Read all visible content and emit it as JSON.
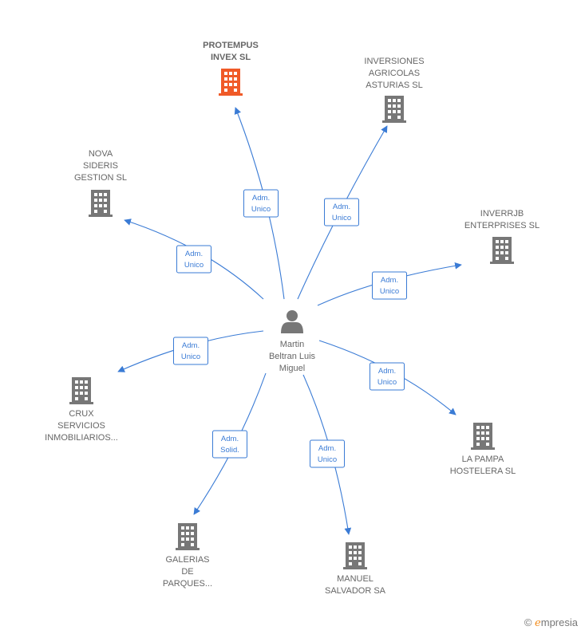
{
  "center": {
    "lines": [
      "Martin",
      "Beltran Luis",
      "Miguel"
    ],
    "icon": "person-icon"
  },
  "colors": {
    "edge": "#3a7bd5",
    "building": "#777777",
    "highlight": "#f05a28"
  },
  "companies": [
    {
      "id": "protempus",
      "lines": [
        "PROTEMPUS",
        "INVEX  SL"
      ],
      "highlight": true,
      "icon": "building-icon",
      "edge": {
        "lines": [
          "Adm.",
          "Unico"
        ]
      }
    },
    {
      "id": "inversiones-agricolas",
      "lines": [
        "INVERSIONES",
        "AGRICOLAS",
        "ASTURIAS  SL"
      ],
      "highlight": false,
      "icon": "building-icon",
      "edge": {
        "lines": [
          "Adm.",
          "Unico"
        ]
      }
    },
    {
      "id": "nova-sideris",
      "lines": [
        "NOVA",
        "SIDERIS",
        "GESTION  SL"
      ],
      "highlight": false,
      "icon": "building-icon",
      "edge": {
        "lines": [
          "Adm.",
          "Unico"
        ]
      }
    },
    {
      "id": "inverrjb",
      "lines": [
        "INVERRJB",
        "ENTERPRISES SL"
      ],
      "highlight": false,
      "icon": "building-icon",
      "edge": {
        "lines": [
          "Adm.",
          "Unico"
        ]
      }
    },
    {
      "id": "crux",
      "lines": [
        "CRUX",
        "SERVICIOS",
        "INMOBILIARIOS..."
      ],
      "highlight": false,
      "icon": "building-icon",
      "edge": {
        "lines": [
          "Adm.",
          "Unico"
        ]
      }
    },
    {
      "id": "la-pampa",
      "lines": [
        "LA PAMPA",
        "HOSTELERA SL"
      ],
      "highlight": false,
      "icon": "building-icon",
      "edge": {
        "lines": [
          "Adm.",
          "Unico"
        ]
      }
    },
    {
      "id": "galerias",
      "lines": [
        "GALERIAS",
        "DE",
        "PARQUES..."
      ],
      "highlight": false,
      "icon": "building-icon",
      "edge": {
        "lines": [
          "Adm.",
          "Solid."
        ]
      }
    },
    {
      "id": "manuel-salvador",
      "lines": [
        "MANUEL",
        "SALVADOR SA"
      ],
      "highlight": false,
      "icon": "building-icon",
      "edge": {
        "lines": [
          "Adm.",
          "Unico"
        ]
      }
    }
  ],
  "watermark": {
    "copyright": "©",
    "brand_initial": "e",
    "brand_rest": "mpresia"
  }
}
